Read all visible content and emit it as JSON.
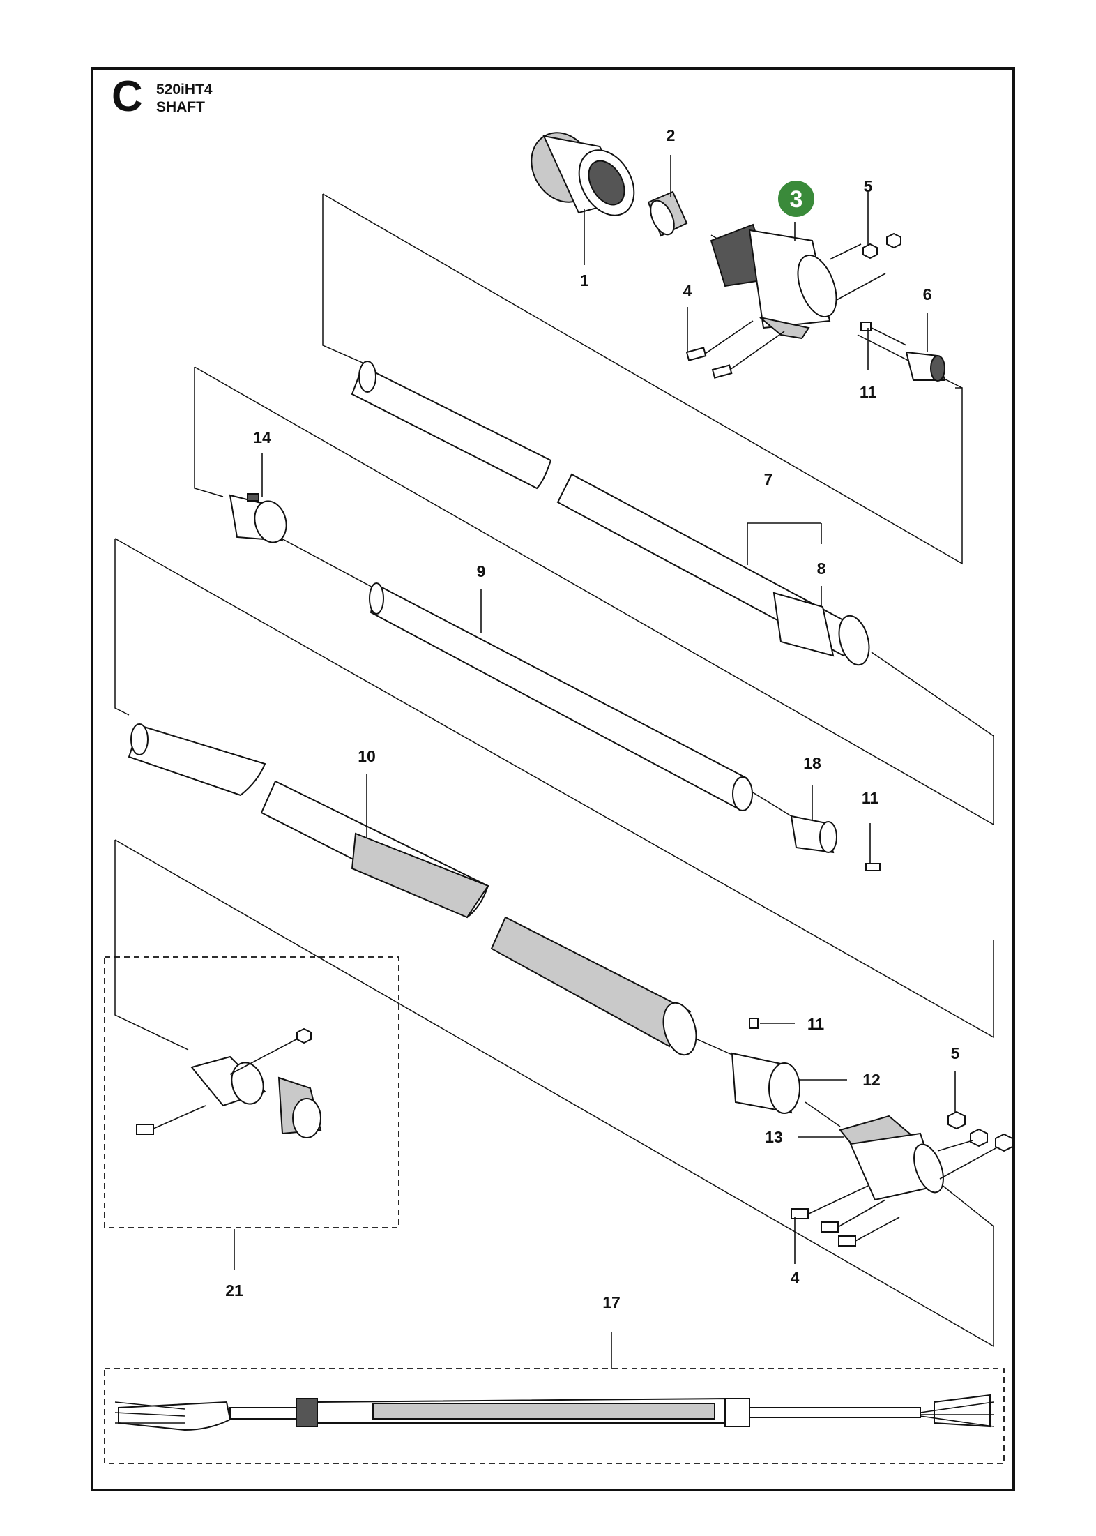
{
  "header": {
    "section_letter": "C",
    "model": "520iHT4",
    "section_title": "SHAFT"
  },
  "highlight": {
    "part_number": "3",
    "color": "#3a8a3a"
  },
  "callouts": {
    "c1": "1",
    "c2": "2",
    "c4a": "4",
    "c4b": "4",
    "c5a": "5",
    "c5b": "5",
    "c6": "6",
    "c7": "7",
    "c8": "8",
    "c9": "9",
    "c10": "10",
    "c11a": "11",
    "c11b": "11",
    "c11c": "11",
    "c12": "12",
    "c13": "13",
    "c14": "14",
    "c17": "17",
    "c18": "18",
    "c21": "21"
  },
  "icons": {
    "line_color": "#111111",
    "part_shade": "#c9c9c9"
  }
}
